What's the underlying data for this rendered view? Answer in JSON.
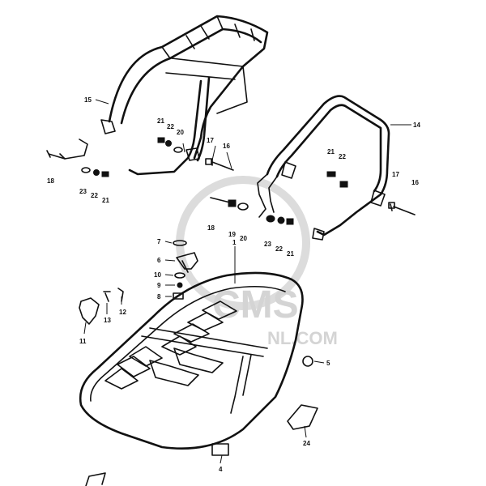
{
  "watermark": {
    "line1": "CMS",
    "line2": "NL.COM"
  },
  "callouts": [
    {
      "id": "c15",
      "text": "15"
    },
    {
      "id": "c14",
      "text": "14"
    },
    {
      "id": "c21a",
      "text": "21"
    },
    {
      "id": "c22a",
      "text": "22"
    },
    {
      "id": "c20a",
      "text": "20"
    },
    {
      "id": "c17a",
      "text": "17"
    },
    {
      "id": "c16a",
      "text": "16"
    },
    {
      "id": "c18a",
      "text": "18"
    },
    {
      "id": "c23a",
      "text": "23"
    },
    {
      "id": "c22b",
      "text": "22"
    },
    {
      "id": "c21b",
      "text": "21"
    },
    {
      "id": "c21c",
      "text": "21"
    },
    {
      "id": "c22c",
      "text": "22"
    },
    {
      "id": "c17b",
      "text": "17"
    },
    {
      "id": "c16b",
      "text": "16"
    },
    {
      "id": "c18b",
      "text": "18"
    },
    {
      "id": "c19",
      "text": "19"
    },
    {
      "id": "c20b",
      "text": "20"
    },
    {
      "id": "c23b",
      "text": "23"
    },
    {
      "id": "c22d",
      "text": "22"
    },
    {
      "id": "c21d",
      "text": "21"
    },
    {
      "id": "c7",
      "text": "7"
    },
    {
      "id": "c6",
      "text": "6"
    },
    {
      "id": "c1",
      "text": "1"
    },
    {
      "id": "c10",
      "text": "10"
    },
    {
      "id": "c9",
      "text": "9"
    },
    {
      "id": "c8",
      "text": "8"
    },
    {
      "id": "c12",
      "text": "12"
    },
    {
      "id": "c13",
      "text": "13"
    },
    {
      "id": "c11",
      "text": "11"
    },
    {
      "id": "c5",
      "text": "5"
    },
    {
      "id": "c24",
      "text": "24"
    },
    {
      "id": "c4",
      "text": "4"
    }
  ]
}
